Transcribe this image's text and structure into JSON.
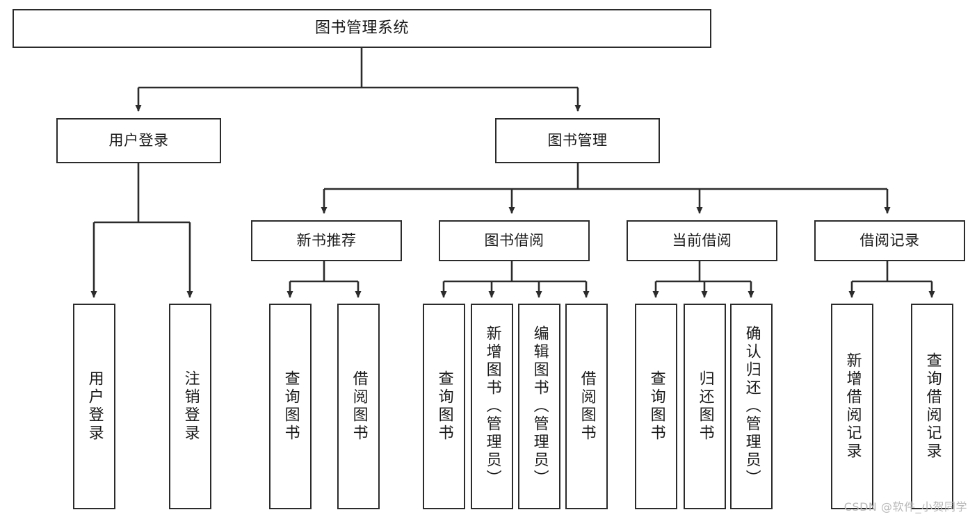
{
  "diagram": {
    "type": "tree",
    "title": "图书管理系统",
    "orientation": "top-down",
    "edge_style": "orthogonal-arrow",
    "colors": {
      "box_border": "#2b2b2b",
      "box_fill": "#ffffff",
      "edge": "#2b2b2b",
      "text": "#1a1a1a",
      "watermark": "#b8b8b8"
    }
  },
  "watermark": "CSDN @软件_小贺同学",
  "nodes": {
    "root": {
      "label": "图书管理系统"
    },
    "level2": [
      {
        "label": "用户登录"
      },
      {
        "label": "图书管理"
      }
    ],
    "level3": [
      {
        "label": "新书推荐"
      },
      {
        "label": "图书借阅"
      },
      {
        "label": "当前借阅"
      },
      {
        "label": "借阅记录"
      }
    ],
    "leaves": {
      "user_login": [
        {
          "label": "用户登录"
        },
        {
          "label": "注销登录"
        }
      ],
      "new_book_recommend": [
        {
          "label": "查询图书"
        },
        {
          "label": "借阅图书"
        }
      ],
      "book_borrow": [
        {
          "label": "查询图书"
        },
        {
          "label": "新增图书（管理员）"
        },
        {
          "label": "编辑图书（管理员）"
        },
        {
          "label": "借阅图书"
        }
      ],
      "current_borrow": [
        {
          "label": "查询图书"
        },
        {
          "label": "归还图书"
        },
        {
          "label": "确认归还（管理员）"
        }
      ],
      "borrow_record": [
        {
          "label": "新增借阅记录"
        },
        {
          "label": "查询借阅记录"
        }
      ]
    }
  }
}
